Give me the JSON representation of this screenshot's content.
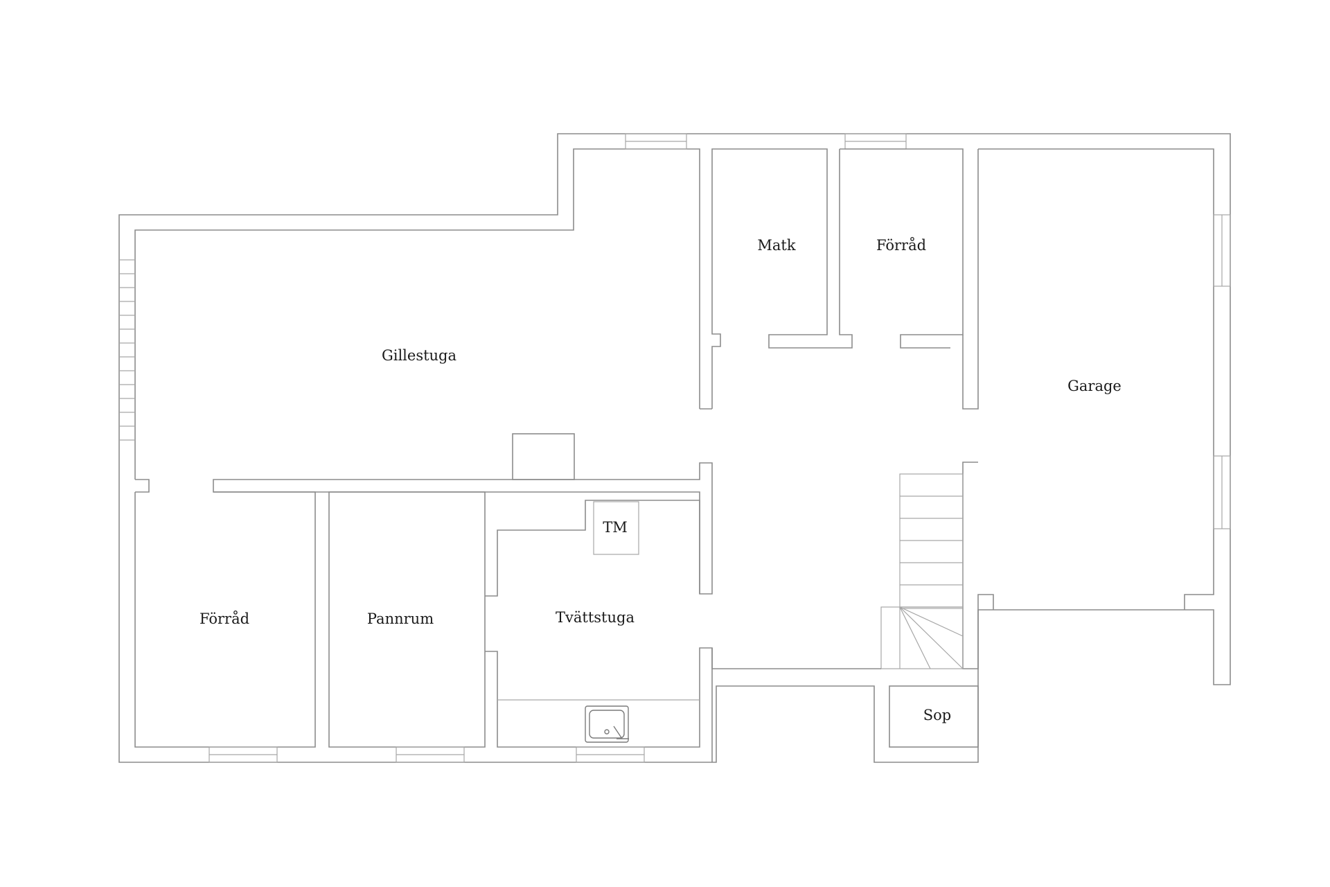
{
  "rooms": {
    "gillestuga": "Gillestuga",
    "matk": "Matk",
    "forrad_top": "Förråd",
    "garage": "Garage",
    "tm": "TM",
    "forrad_bottom": "Förråd",
    "pannrum": "Pannrum",
    "tvattstuga": "Tvättstuga",
    "sop": "Sop"
  },
  "colors": {
    "wall": "#8c8c8c",
    "label": "#1a1a1a",
    "background": "#ffffff"
  }
}
